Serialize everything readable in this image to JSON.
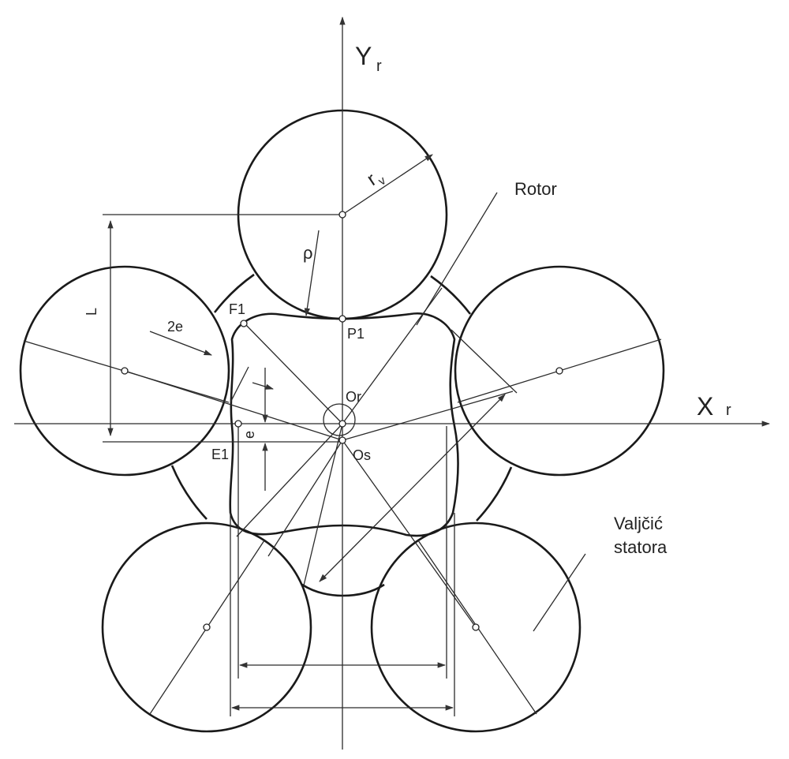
{
  "labels": {
    "y_axis_main": "Y",
    "y_axis_sub": "r",
    "x_axis_main": "X",
    "x_axis_sub": "r",
    "roller_radius_main": "r",
    "roller_radius_sub": "v",
    "rho": "ρ",
    "rotor": "Rotor",
    "stator_roller_line1": "Valjčić",
    "stator_roller_line2": "statora",
    "F1": "F1",
    "P1": "P1",
    "two_e": "2e",
    "Or": "Or",
    "Os": "Os",
    "E1": "E1",
    "e": "e",
    "L": "L"
  },
  "colors": {
    "line": "#2b2b2b",
    "background": "#ffffff"
  }
}
